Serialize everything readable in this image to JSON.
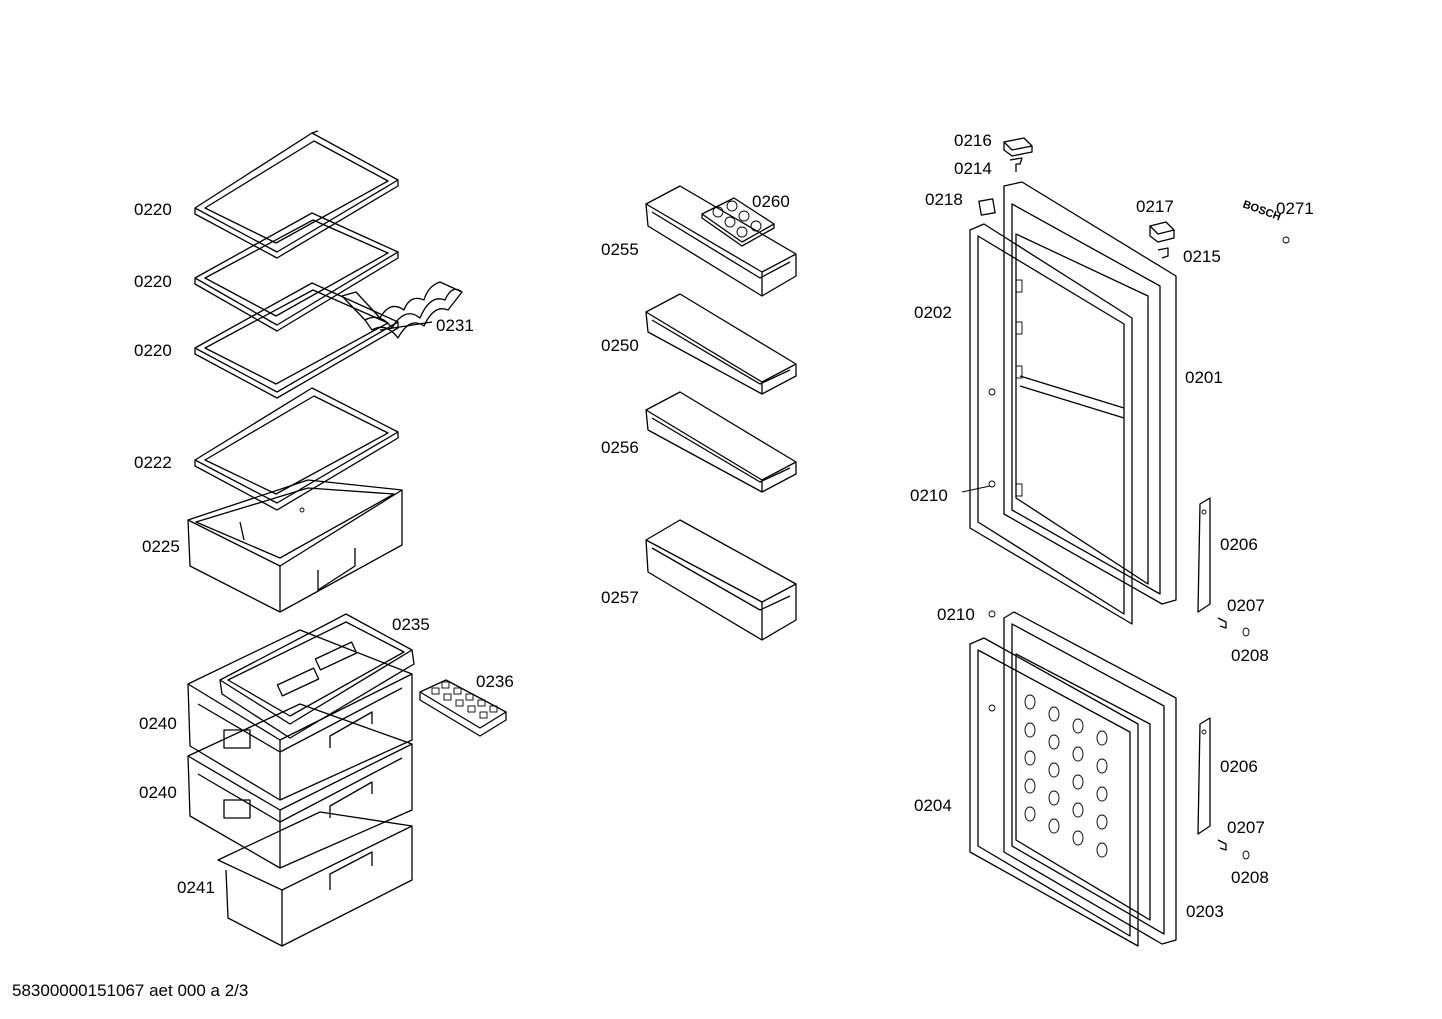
{
  "footer": "58300000151067 aet 000 a 2/3",
  "brand_mark": "BOSCH",
  "parts": {
    "p0220a": "0220",
    "p0220b": "0220",
    "p0220c": "0220",
    "p0231": "0231",
    "p0222": "0222",
    "p0225": "0225",
    "p0235": "0235",
    "p0236": "0236",
    "p0240a": "0240",
    "p0240b": "0240",
    "p0241": "0241",
    "p0260": "0260",
    "p0255": "0255",
    "p0250": "0250",
    "p0256": "0256",
    "p0257": "0257",
    "p0216": "0216",
    "p0214": "0214",
    "p0218": "0218",
    "p0217": "0217",
    "p0215": "0215",
    "p0271": "0271",
    "p0202": "0202",
    "p0201": "0201",
    "p0210a": "0210",
    "p0210b": "0210",
    "p0206a": "0206",
    "p0207a": "0207",
    "p0208a": "0208",
    "p0204": "0204",
    "p0206b": "0206",
    "p0207b": "0207",
    "p0208b": "0208",
    "p0203": "0203"
  }
}
